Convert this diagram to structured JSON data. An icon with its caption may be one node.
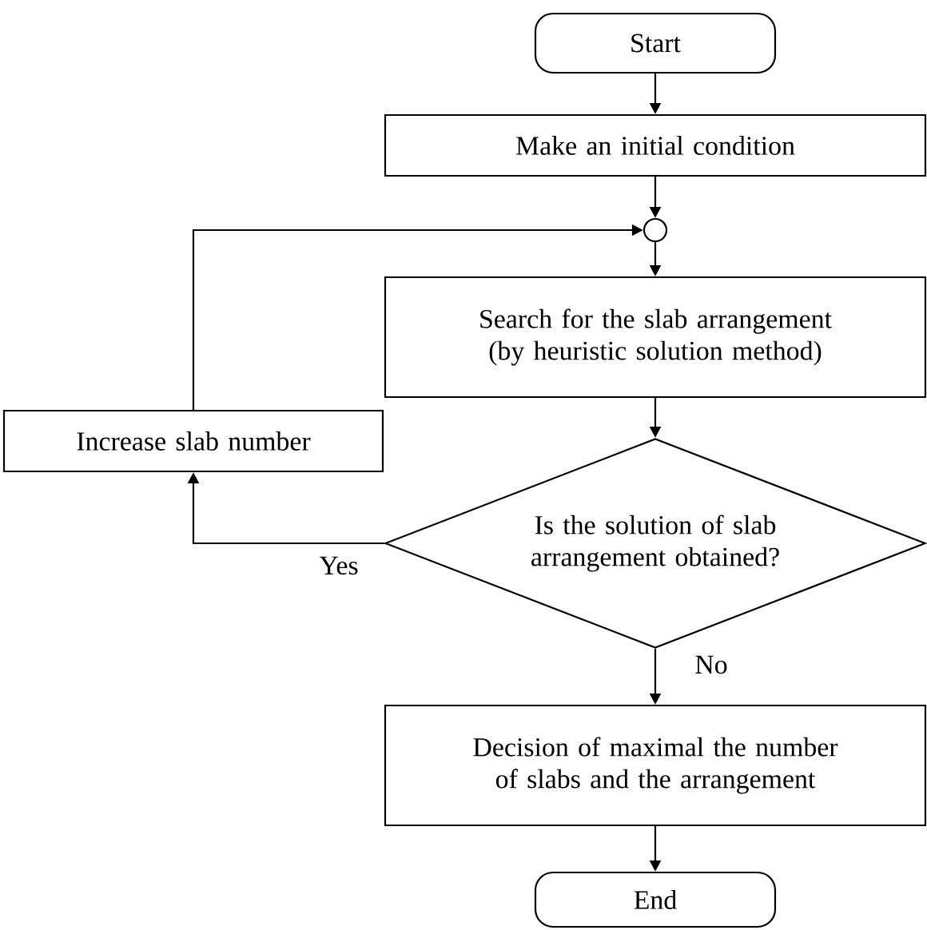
{
  "diagram": {
    "nodes": [
      {
        "text": [
          "Start"
        ]
      },
      {
        "text": [
          "Make an initial condition"
        ]
      },
      {
        "text": [],
        "shape": "circle"
      },
      {
        "text": [
          "Search for the slab arrangement (by heuristic solution method)"
        ]
      },
      {
        "text": [
          "Increase slab number"
        ]
      },
      {
        "text": [
          "Is the solution of slab arrangement obtained?"
        ]
      },
      {
        "text": [
          "Decision of maximal the number of slabs and the arrangement"
        ]
      },
      {
        "text": [
          "End"
        ]
      }
    ],
    "edges": [
      {
        "from": 0,
        "to": 1,
        "arrow": "to"
      },
      {
        "from": 1,
        "to": 2,
        "arrow": "to"
      },
      {
        "from": 2,
        "to": 3,
        "arrow": "to"
      },
      {
        "from": 3,
        "to": 5,
        "arrow": "to"
      },
      {
        "from": 5,
        "to": 4,
        "arrow": "to",
        "label": "Yes"
      },
      {
        "from": 4,
        "to": 2,
        "arrow": "to"
      },
      {
        "from": 5,
        "to": 6,
        "arrow": "to",
        "label": "No"
      },
      {
        "from": 6,
        "to": 7,
        "arrow": "to"
      }
    ]
  }
}
